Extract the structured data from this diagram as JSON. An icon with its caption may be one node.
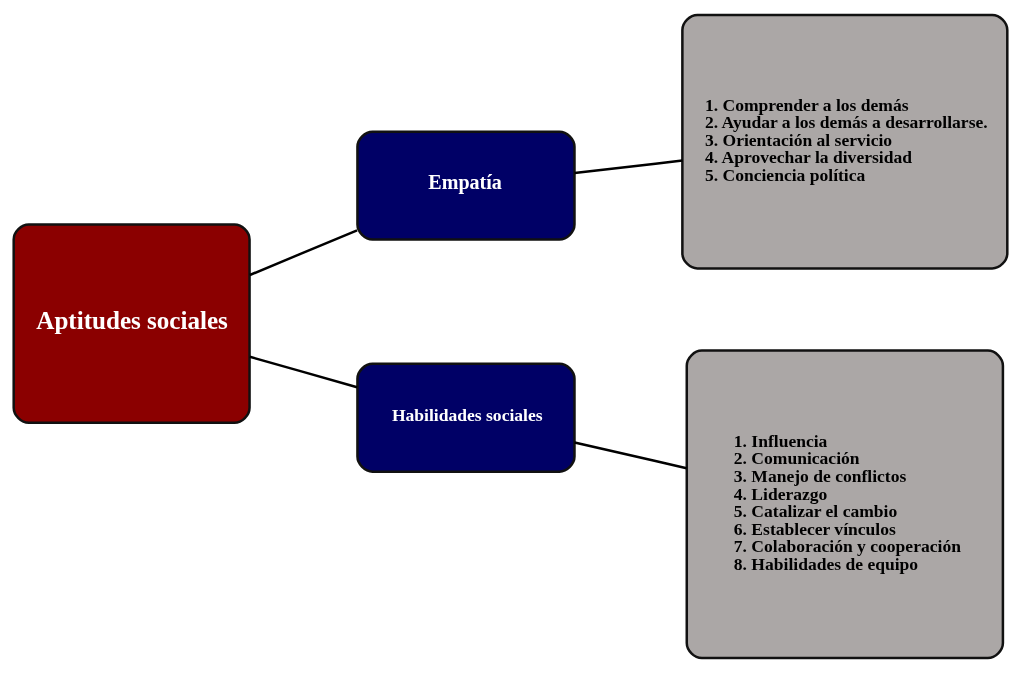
{
  "diagram": {
    "nodes": [
      {
        "text": [
          "Aptitudes sociales"
        ]
      },
      {
        "text": [
          "Empatía"
        ]
      },
      {
        "text": [
          "Habilidades sociales"
        ]
      },
      {
        "text": [
          "1. Comprender a los demás",
          "2. Ayudar a los demás a desarrollarse.",
          "3. Orientación al servicio",
          "4. Aprovechar la diversidad",
          "5. Conciencia política"
        ]
      },
      {
        "text": [
          "1. Influencia",
          "2. Comunicación",
          "3. Manejo de conflictos",
          "4. Liderazgo",
          "5. Catalizar el cambio",
          "6. Establecer vínculos",
          "7. Colaboración y cooperación",
          "8. Habilidades de equipo"
        ]
      }
    ],
    "edges": [
      {
        "from": 0,
        "to": 1,
        "arrow": "none"
      },
      {
        "from": 0,
        "to": 2,
        "arrow": "none"
      },
      {
        "from": 1,
        "to": 3,
        "arrow": "none"
      },
      {
        "from": 2,
        "to": 4,
        "arrow": "none"
      }
    ]
  }
}
